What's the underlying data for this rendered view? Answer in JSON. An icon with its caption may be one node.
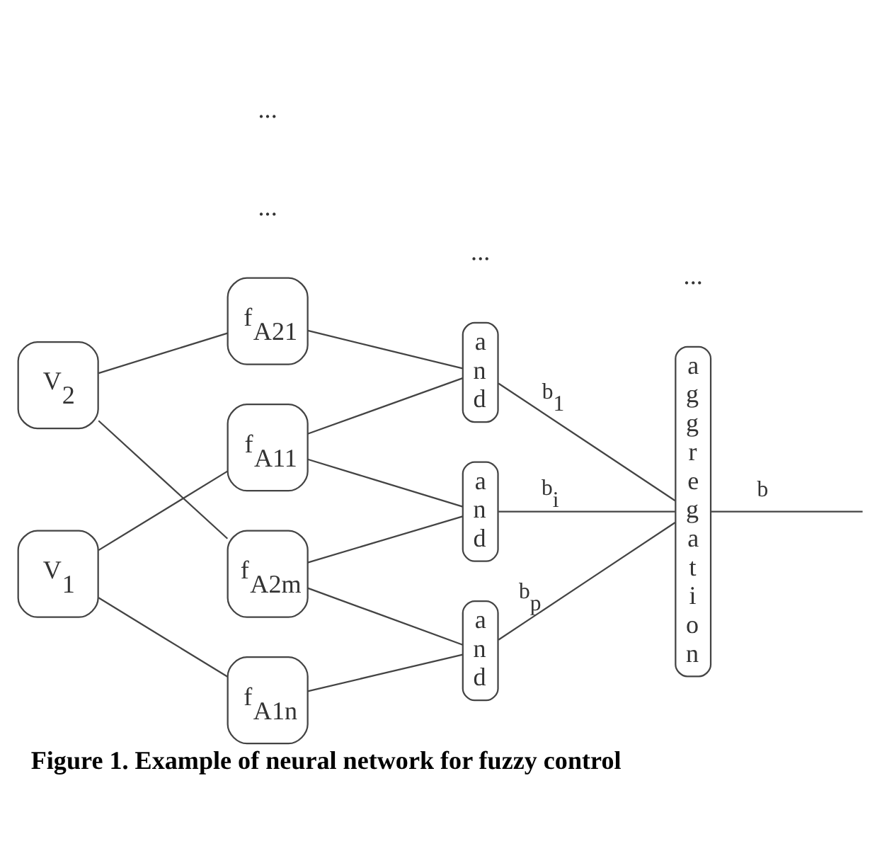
{
  "diagram": {
    "caption": "Figure 1. Example of neural network for fuzzy control",
    "nodes": [
      {
        "text": [
          "V$_{1}$"
        ]
      },
      {
        "text": [
          "V$_{2}$"
        ]
      },
      {
        "text": [
          "f$_{A11}$"
        ]
      },
      {
        "text": [
          "f$_{A1n}$"
        ]
      },
      {
        "text": [
          "f$_{A21}$"
        ]
      },
      {
        "text": [
          "f$_{A2m}$"
        ]
      },
      {
        "text": [
          "and"
        ]
      },
      {
        "text": [
          "and"
        ]
      },
      {
        "text": [
          "and"
        ]
      },
      {
        "text": [
          "aggregation"
        ]
      }
    ],
    "edges": [
      {
        "from": 0,
        "to": 2,
        "arrow": "none"
      },
      {
        "from": 0,
        "to": 3,
        "arrow": "none"
      },
      {
        "from": 1,
        "to": 4,
        "arrow": "none"
      },
      {
        "from": 1,
        "to": 5,
        "arrow": "none"
      },
      {
        "from": 2,
        "to": 6,
        "arrow": "none"
      },
      {
        "from": 2,
        "to": 7,
        "arrow": "none"
      },
      {
        "from": 3,
        "to": 8,
        "arrow": "none"
      },
      {
        "from": 4,
        "to": 6,
        "arrow": "none"
      },
      {
        "from": 5,
        "to": 7,
        "arrow": "none"
      },
      {
        "from": 5,
        "to": 8,
        "arrow": "none"
      },
      {
        "from": 6,
        "to": 9,
        "arrow": "none",
        "label": "b$_{1}$"
      },
      {
        "from": 7,
        "to": 9,
        "arrow": "none",
        "label": "b$_{i}$"
      },
      {
        "from": 8,
        "to": 9,
        "arrow": "none",
        "label": "b$_{p}$"
      },
      {
        "from": 9,
        "to": null,
        "arrow": "none",
        "label": "b"
      }
    ],
    "labels": [
      "...",
      "...",
      "...",
      "..."
    ]
  }
}
